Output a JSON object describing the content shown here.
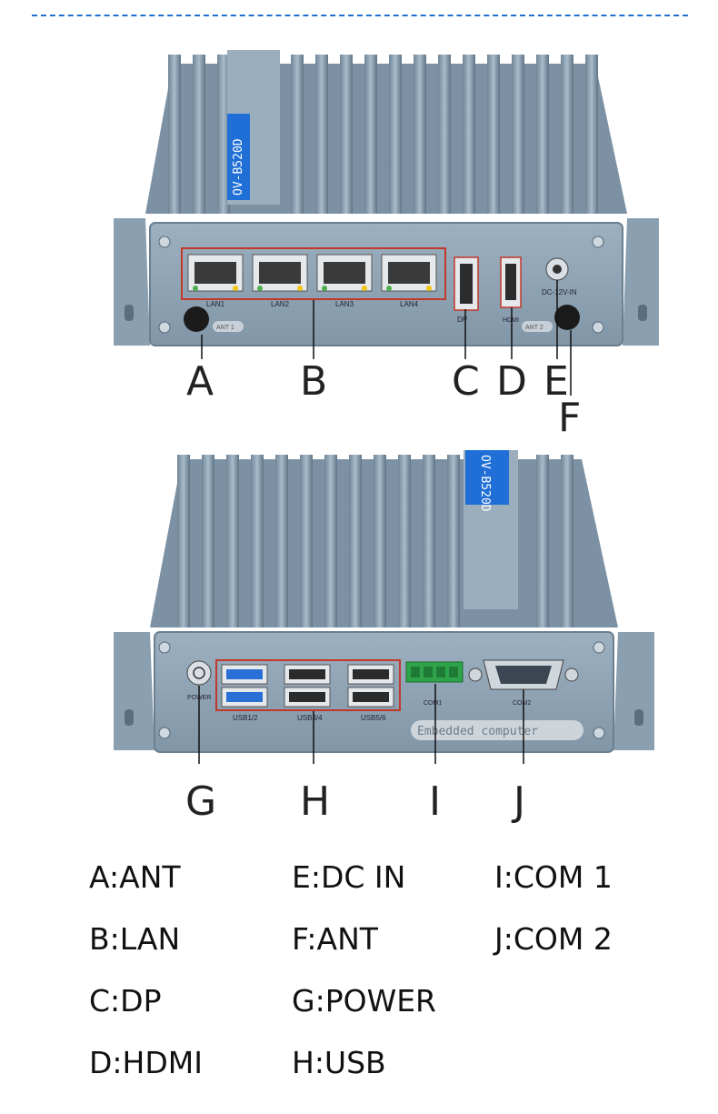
{
  "top_device": {
    "model_label": "OV-B520D",
    "ports": {
      "lan": [
        "LAN1",
        "LAN2",
        "LAN3",
        "LAN4"
      ],
      "dp": "DP",
      "hdmi": "HDMI",
      "dc_in": "DC-12V-IN",
      "ant_left": "ANT 1",
      "ant_right": "ANT 2"
    },
    "callouts": [
      "A",
      "B",
      "C",
      "D",
      "E",
      "F"
    ]
  },
  "bottom_device": {
    "model_label": "OV-B520D",
    "ports": {
      "power": "POWER",
      "usb": [
        "USB1/2",
        "USB3/4",
        "USB5/6"
      ],
      "com1": "COM1",
      "com2": "COM2",
      "plate": "Embedded computer"
    },
    "callouts": [
      "G",
      "H",
      "I",
      "J"
    ]
  },
  "legend": [
    "A:ANT",
    "E:DC IN",
    "I:COM 1",
    "B:LAN",
    "F:ANT",
    "J:COM 2",
    "C:DP",
    "G:POWER",
    "D:HDMI",
    "H:USB"
  ],
  "colors": {
    "dashed_line": "#1e6fd0",
    "chassis": "#8398a9",
    "panel": "#93a7b7",
    "highlight_box": "#c0392b",
    "brand_stripe": "#1f6fd6"
  }
}
